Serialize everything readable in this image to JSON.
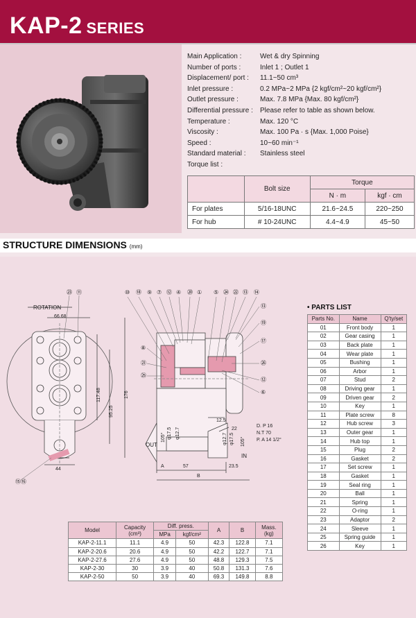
{
  "header": {
    "title": "KAP-2",
    "series": "SERIES"
  },
  "specs": [
    {
      "label": "Main Application :",
      "value": "Wet & dry Spinning"
    },
    {
      "label": "Number of ports :",
      "value": "Inlet 1 ; Outlet 1"
    },
    {
      "label": "Displacement/ port :",
      "value": "11.1~50 cm³"
    },
    {
      "label": "Inlet pressure :",
      "value": "0.2 MPa~2 MPa {2 kgf/cm²~20 kgf/cm²}"
    },
    {
      "label": "Outlet pressure :",
      "value": "Max. 7.8 MPa {Max. 80 kgf/cm²}"
    },
    {
      "label": "Differential pressure :",
      "value": "Please refer to table as shown below."
    },
    {
      "label": "Temperature :",
      "value": "Max. 120 °C"
    },
    {
      "label": "Viscosity :",
      "value": "Max. 100 Pa · s {Max. 1,000 Poise}"
    },
    {
      "label": "Speed :",
      "value": "10~60 min⁻¹"
    },
    {
      "label": "Standard material :",
      "value": "Stainless steel"
    },
    {
      "label": "Torque list :",
      "value": ""
    }
  ],
  "torque": {
    "head_bolt": "Bolt size",
    "head_torque": "Torque",
    "head_nm": "N · m",
    "head_kgf": "kgf · cm",
    "rows": [
      {
        "name": "For plates",
        "bolt": "5/16-18UNC",
        "nm": "21.6~24.5",
        "kgf": "220~250"
      },
      {
        "name": "For hub",
        "bolt": "# 10-24UNC",
        "nm": "4.4~4.9",
        "kgf": "45~50"
      }
    ]
  },
  "section": {
    "title": "STRUCTURE DIMENSIONS",
    "unit": "(mm)"
  },
  "drawing": {
    "rotation": "ROTATION",
    "d_66_68": "66.68",
    "d_117_48": "117.48",
    "d_176": "176",
    "d_95_25": "95.25",
    "d_44": "44",
    "callout_15_16": "⑮⑯",
    "out": "OUT",
    "in": "IN",
    "d_105": "105°",
    "d_phi17_5": "φ17.5",
    "d_phi12_7": "φ12.7",
    "d_57": "57",
    "d_23_5": "23.5",
    "d_12_5": "12.5",
    "d_22": "22",
    "a": "A",
    "b": "B",
    "dp16": "D. P 16",
    "nt70": "N.T 70",
    "pa14": "P. A 14 1/2°",
    "callouts_top_left": [
      "㉓",
      "⑪"
    ],
    "callouts_top": [
      "⑩",
      "⑱",
      "⑨",
      "⑦",
      "⑫",
      "④",
      "⑳",
      "①",
      "⑤",
      "㉔",
      "㉒",
      "⑬",
      "⑭"
    ],
    "callouts_right": [
      "⑬",
      "⑲",
      "⑰",
      "㉖",
      "⑫",
      "⑥"
    ],
    "callouts_left": [
      "⑧",
      "㉑",
      "㉕"
    ]
  },
  "parts_list": {
    "title": "• PARTS LIST",
    "headers": [
      "Parts No.",
      "Name",
      "Q'ty/set"
    ],
    "rows": [
      [
        "01",
        "Front body",
        "1"
      ],
      [
        "02",
        "Gear casing",
        "1"
      ],
      [
        "03",
        "Back plate",
        "1"
      ],
      [
        "04",
        "Wear plate",
        "1"
      ],
      [
        "05",
        "Bushing",
        "1"
      ],
      [
        "06",
        "Arbor",
        "1"
      ],
      [
        "07",
        "Stud",
        "2"
      ],
      [
        "08",
        "Driving gear",
        "1"
      ],
      [
        "09",
        "Driven gear",
        "2"
      ],
      [
        "10",
        "Key",
        "1"
      ],
      [
        "11",
        "Plate screw",
        "8"
      ],
      [
        "12",
        "Hub screw",
        "3"
      ],
      [
        "13",
        "Outer gear",
        "1"
      ],
      [
        "14",
        "Hub top",
        "1"
      ],
      [
        "15",
        "Plug",
        "2"
      ],
      [
        "16",
        "Gasket",
        "2"
      ],
      [
        "17",
        "Set screw",
        "1"
      ],
      [
        "18",
        "Gasket",
        "1"
      ],
      [
        "19",
        "Seal ring",
        "1"
      ],
      [
        "20",
        "Ball",
        "1"
      ],
      [
        "21",
        "Spring",
        "1"
      ],
      [
        "22",
        "O-ring",
        "1"
      ],
      [
        "23",
        "Adaptor",
        "2"
      ],
      [
        "24",
        "Sleeve",
        "1"
      ],
      [
        "25",
        "Spring guide",
        "1"
      ],
      [
        "26",
        "Key",
        "1"
      ]
    ]
  },
  "model_table": {
    "h_model": "Model",
    "h_capacity": "Capacity",
    "h_capacity_unit": "(cm³)",
    "h_diff": "Diff. press.",
    "h_mpa": "MPa",
    "h_kgf": "kgf/cm²",
    "h_a": "A",
    "h_b": "B",
    "h_mass": "Mass.",
    "h_mass_unit": "(kg)",
    "rows": [
      [
        "KAP-2-11.1",
        "11.1",
        "4.9",
        "50",
        "42.3",
        "122.8",
        "7.1"
      ],
      [
        "KAP-2-20.6",
        "20.6",
        "4.9",
        "50",
        "42.2",
        "122.7",
        "7.1"
      ],
      [
        "KAP-2-27.6",
        "27.6",
        "4.9",
        "50",
        "48.8",
        "129.3",
        "7.5"
      ],
      [
        "KAP-2-30",
        "30",
        "3.9",
        "40",
        "50.8",
        "131.3",
        "7.6"
      ],
      [
        "KAP-2-50",
        "50",
        "3.9",
        "40",
        "69.3",
        "149.8",
        "8.8"
      ]
    ]
  }
}
